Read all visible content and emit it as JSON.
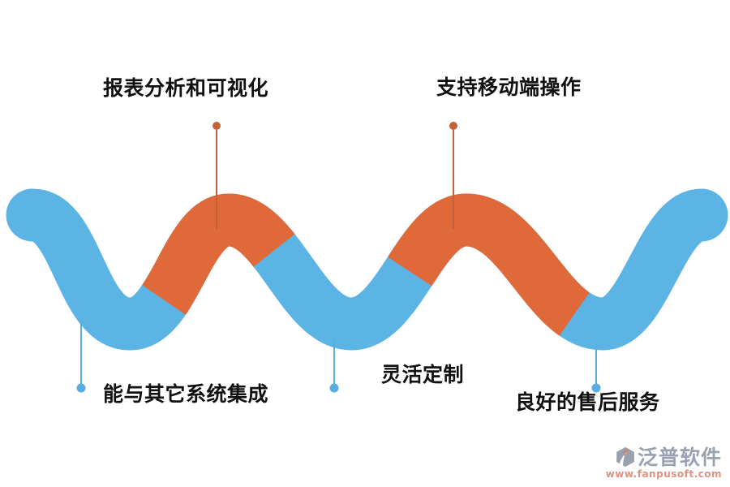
{
  "page": {
    "background": "#ffffff"
  },
  "diagram": {
    "type": "wave-ribbon-feature-infographic",
    "features": [
      {
        "label": "报表分析和可视化",
        "side": "top",
        "marker": "orange"
      },
      {
        "label": "支持移动端操作",
        "side": "top",
        "marker": "orange"
      },
      {
        "label": "能与其它系统集成",
        "side": "bottom",
        "marker": "blue"
      },
      {
        "label": "灵活定制",
        "side": "bottom",
        "marker": "blue"
      },
      {
        "label": "良好的售后服务",
        "side": "bottom",
        "marker": "blue"
      }
    ],
    "colors": {
      "ribbon_blue": "#5bb4e4",
      "ribbon_orange": "#e0693a",
      "callout_orange": "#c3613a",
      "callout_blue": "#5aade0",
      "label_text": "#111111"
    }
  },
  "watermark": {
    "brand": "泛普软件",
    "url": "www.fanpusoft.com",
    "brand_color": "#9aa2b1",
    "url_color": "#dd9383",
    "icon_gray": "#99a1af",
    "icon_orange": "#ce8165"
  }
}
